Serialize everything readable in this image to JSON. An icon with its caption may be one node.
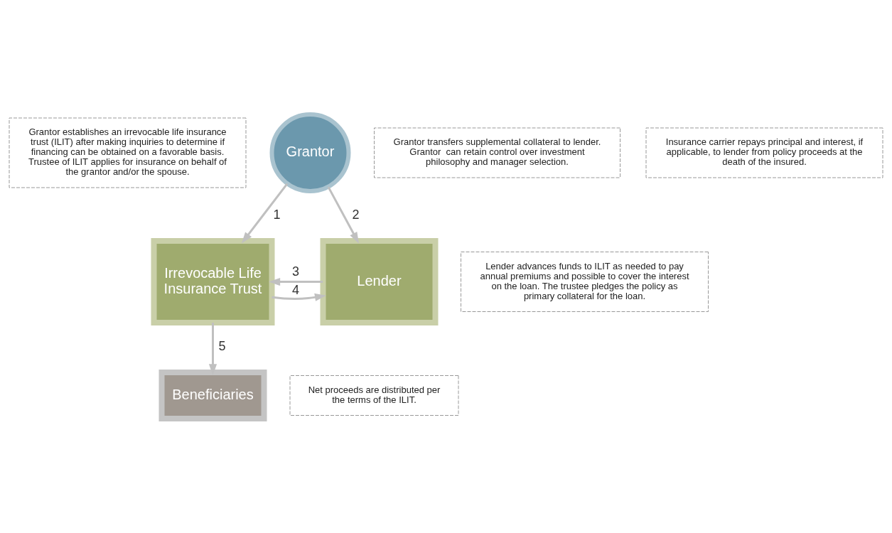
{
  "diagram": {
    "nodes": [
      {
        "text": [
          "Grantor establishes an irrevocable life insurance trust (ILIT) after making inquiries to determine if financing can be obtained on a favorable basis. Trustee of ILIT applies for insurance on behalf of the grantor and/or the spouse."
        ]
      },
      {
        "text": [
          "Grantor"
        ]
      },
      {
        "text": [
          "Grantor transfers supplemental collateral to lender. Grantor  can retain control over investment philosophy and manager selection."
        ]
      },
      {
        "text": [
          "Lender advances funds to ILIT as needed to pay annual premiums and possible to cover the interest on the loan. The trustee pledges the policy as primary collateral for the loan."
        ]
      },
      {
        "text": [
          "Irrevocable Life Insurance Trust"
        ]
      },
      {
        "text": [
          "Lender"
        ]
      },
      {
        "text": [
          "Net proceeds are distributed per the terms of the ILIT."
        ]
      },
      {
        "text": [
          "Insurance carrier repays principal and interest, if applicable, to lender from policy proceeds at the death of the insured."
        ]
      },
      {
        "text": [
          "Beneficiaries"
        ]
      }
    ],
    "edges": [
      {
        "from": 1,
        "to": 4,
        "arrow": "to",
        "label": "1"
      },
      {
        "from": 1,
        "to": 5,
        "arrow": "to",
        "label": "2"
      },
      {
        "from": 5,
        "to": 4,
        "arrow": "to",
        "label": "3"
      },
      {
        "from": 4,
        "to": 5,
        "arrow": "to",
        "label": "4"
      },
      {
        "from": 4,
        "to": 8,
        "arrow": "to",
        "label": "5"
      }
    ]
  }
}
